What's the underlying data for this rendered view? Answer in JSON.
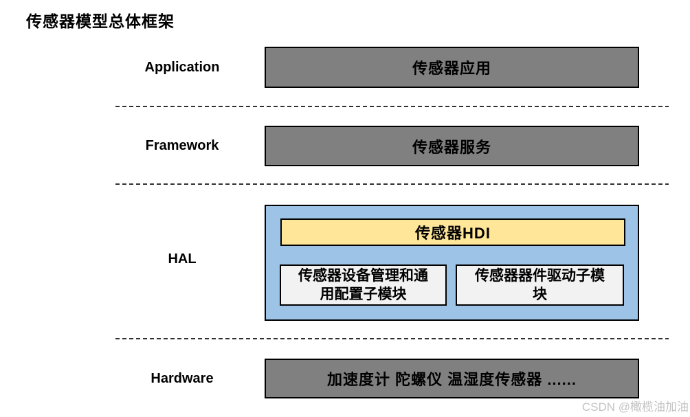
{
  "title": "传感器模型总体框架",
  "watermark": "CSDN @橄榄油加油",
  "colors": {
    "layer_box_gray": "#808080",
    "hal_container_blue": "#9DC3E6",
    "hdi_yellow": "#FFE699",
    "submodule_light": "#F2F2F2",
    "border_black": "#000000",
    "watermark_gray": "#C3C3C3",
    "background": "#FFFFFF"
  },
  "layers": {
    "application": {
      "label": "Application",
      "box": "传感器应用"
    },
    "framework": {
      "label": "Framework",
      "box": "传感器服务"
    },
    "hal": {
      "label": "HAL",
      "hdi": "传感器HDI",
      "submodule_left": "传感器设备管理和通\n用配置子模块",
      "submodule_right": "传感器器件驱动子模\n块"
    },
    "hardware": {
      "label": "Hardware",
      "box": "加速度计 陀螺仪 温湿度传感器 ......"
    }
  }
}
